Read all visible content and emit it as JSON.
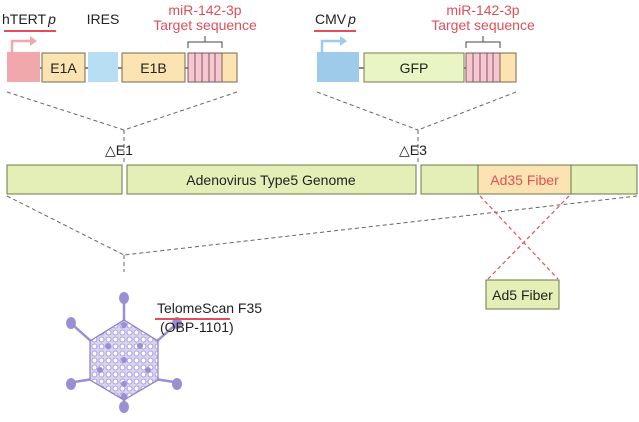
{
  "construct_e1": {
    "promoter_label": "hTERT",
    "promoter_italic": "p",
    "ires_label": "IRES",
    "target_label_line1": "miR-142-3p",
    "target_label_line2": "Target sequence",
    "gene_e1a": "E1A",
    "gene_e1b": "E1B",
    "colors": {
      "promoter": "#f0a8ac",
      "ires": "#b8def3",
      "gene": "#fbe3b2",
      "target": "#f7c6d3"
    }
  },
  "construct_e3": {
    "promoter_label": "CMV",
    "promoter_italic": "p",
    "target_label_line1": "miR-142-3p",
    "target_label_line2": "Target sequence",
    "gene_gfp": "GFP",
    "colors": {
      "promoter": "#9ecbe9",
      "gene": "#e9f5c3",
      "target": "#f7c6d3"
    }
  },
  "genome": {
    "deletion_e1": "△E1",
    "deletion_e3": "△E3",
    "label": "Adenovirus Type5 Genome",
    "fiber_label": "Ad35 Fiber",
    "replaced_fiber_label": "Ad5 Fiber",
    "colors": {
      "genome": "#e4efb8",
      "fiber": "#fbe3b2",
      "accent": "#e0505a"
    }
  },
  "product": {
    "name_part1": "TelomeScan",
    "name_part2": " F35",
    "code": "(OBP-1101)",
    "colors": {
      "virus": "#9b8fd4"
    }
  }
}
